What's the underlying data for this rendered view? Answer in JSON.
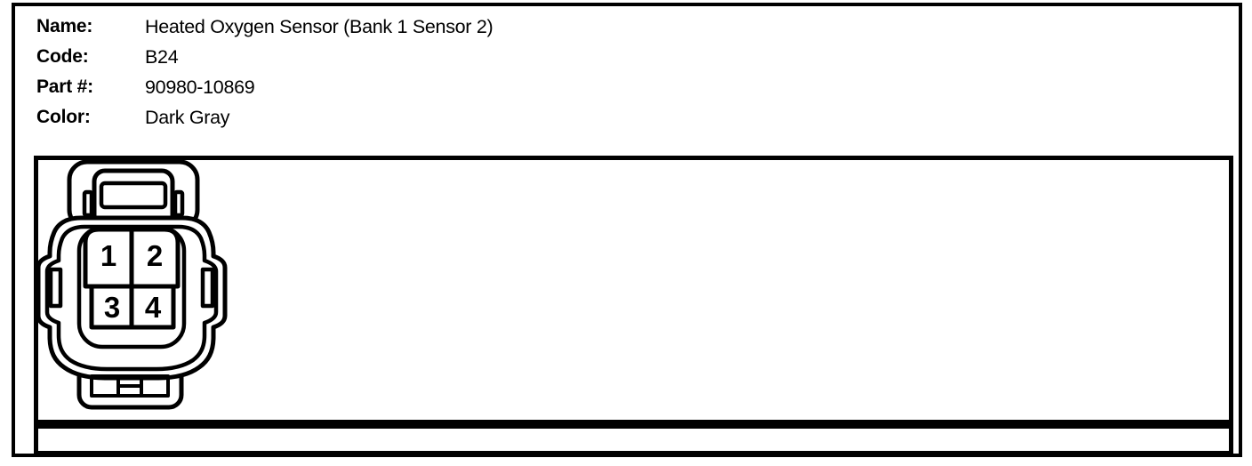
{
  "colors": {
    "ink": "#000000",
    "paper": "#ffffff"
  },
  "header": {
    "fields": [
      {
        "label": "Name:",
        "value": "Heated Oxygen Sensor (Bank 1 Sensor 2)"
      },
      {
        "label": "Code:",
        "value": "B24"
      },
      {
        "label": "Part #:",
        "value": "90980-10869"
      },
      {
        "label": "Color:",
        "value": "Dark Gray"
      }
    ]
  },
  "connector": {
    "pins": [
      "1",
      "2",
      "3",
      "4"
    ]
  }
}
